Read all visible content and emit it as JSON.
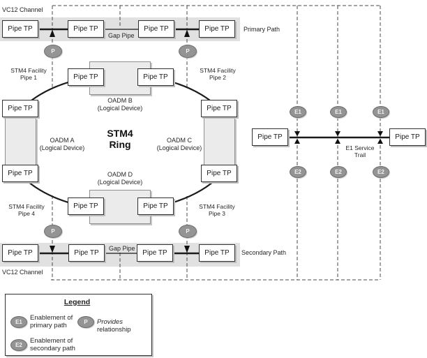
{
  "colors": {
    "background": "#ffffff",
    "channel_band": "#e1e1e1",
    "box_fill": "#ffffff",
    "box_border": "#303030",
    "oadm_fill": "#ebebeb",
    "oadm_border": "#8f8f8f",
    "badge_fill": "#949494",
    "badge_border": "#6d6d6d",
    "badge_text": "#f3f3f3",
    "solid_line": "#1a1a1a",
    "dashed_line": "#4a4a4a"
  },
  "labels": {
    "pipe_tp": "Pipe TP",
    "vc12_top": "VC12 Channel",
    "vc12_bottom": "VC12 Channel",
    "primary_path": "Primary Path",
    "secondary_path": "Secondary Path",
    "gap_pipe_top": "Gap Pipe",
    "gap_pipe_bottom": "Gap Pipe"
  },
  "ring": {
    "line1": "STM4",
    "line2": "Ring"
  },
  "facility_pipes": [
    {
      "line1": "STM4 Facility",
      "line2": "Pipe 1"
    },
    {
      "line1": "STM4 Facility",
      "line2": "Pipe 2"
    },
    {
      "line1": "STM4 Facility",
      "line2": "Pipe 3"
    },
    {
      "line1": "STM4 Facility",
      "line2": "Pipe 4"
    }
  ],
  "oadm_devices": [
    {
      "name": "OADM A",
      "type": "(Logical Device)"
    },
    {
      "name": "OADM B",
      "type": "(Logical Device)"
    },
    {
      "name": "OADM C",
      "type": "(Logical Device)"
    },
    {
      "name": "OADM D",
      "type": "(Logical Device)"
    }
  ],
  "badges": {
    "provides": "P",
    "enable_primary": "E1",
    "enable_secondary": "E2"
  },
  "trail": {
    "line1": "E1 Service",
    "line2": "Trail"
  },
  "legend": {
    "title": "Legend",
    "e1_line1": "Enablement of",
    "e1_line2": "primary path",
    "e2_line1": "Enablement of",
    "e2_line2": "secondary path",
    "p_italic": "Provides",
    "p_rest": "relationship"
  }
}
